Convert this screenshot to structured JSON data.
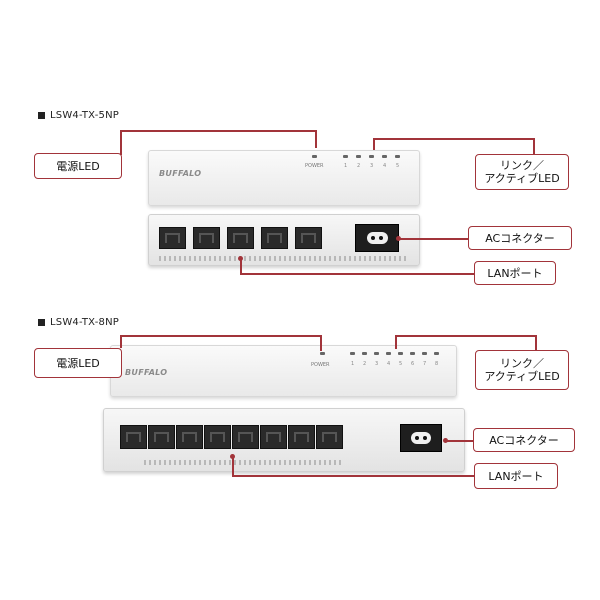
{
  "sections": [
    {
      "model": "LSW4-TX-5NP",
      "brand": "BUFFALO",
      "power_label": "POWER",
      "led_numbers": [
        "1",
        "2",
        "3",
        "4",
        "5"
      ],
      "callouts": {
        "power_led": "電源LED",
        "link_active_line1": "リンク／",
        "link_active_line2": "アクティブLED",
        "ac_connector": "ACコネクター",
        "lan_port": "LANポート"
      },
      "port_count": 5
    },
    {
      "model": "LSW4-TX-8NP",
      "brand": "BUFFALO",
      "power_label": "POWER",
      "led_numbers": [
        "1",
        "2",
        "3",
        "4",
        "5",
        "6",
        "7",
        "8"
      ],
      "callouts": {
        "power_led": "電源LED",
        "link_active_line1": "リンク／",
        "link_active_line2": "アクティブLED",
        "ac_connector": "ACコネクター",
        "lan_port": "LANポート"
      },
      "port_count": 8
    }
  ],
  "colors": {
    "accent": "#a2343a",
    "port": "#2a2a2a",
    "device": "#f2f2f2"
  }
}
